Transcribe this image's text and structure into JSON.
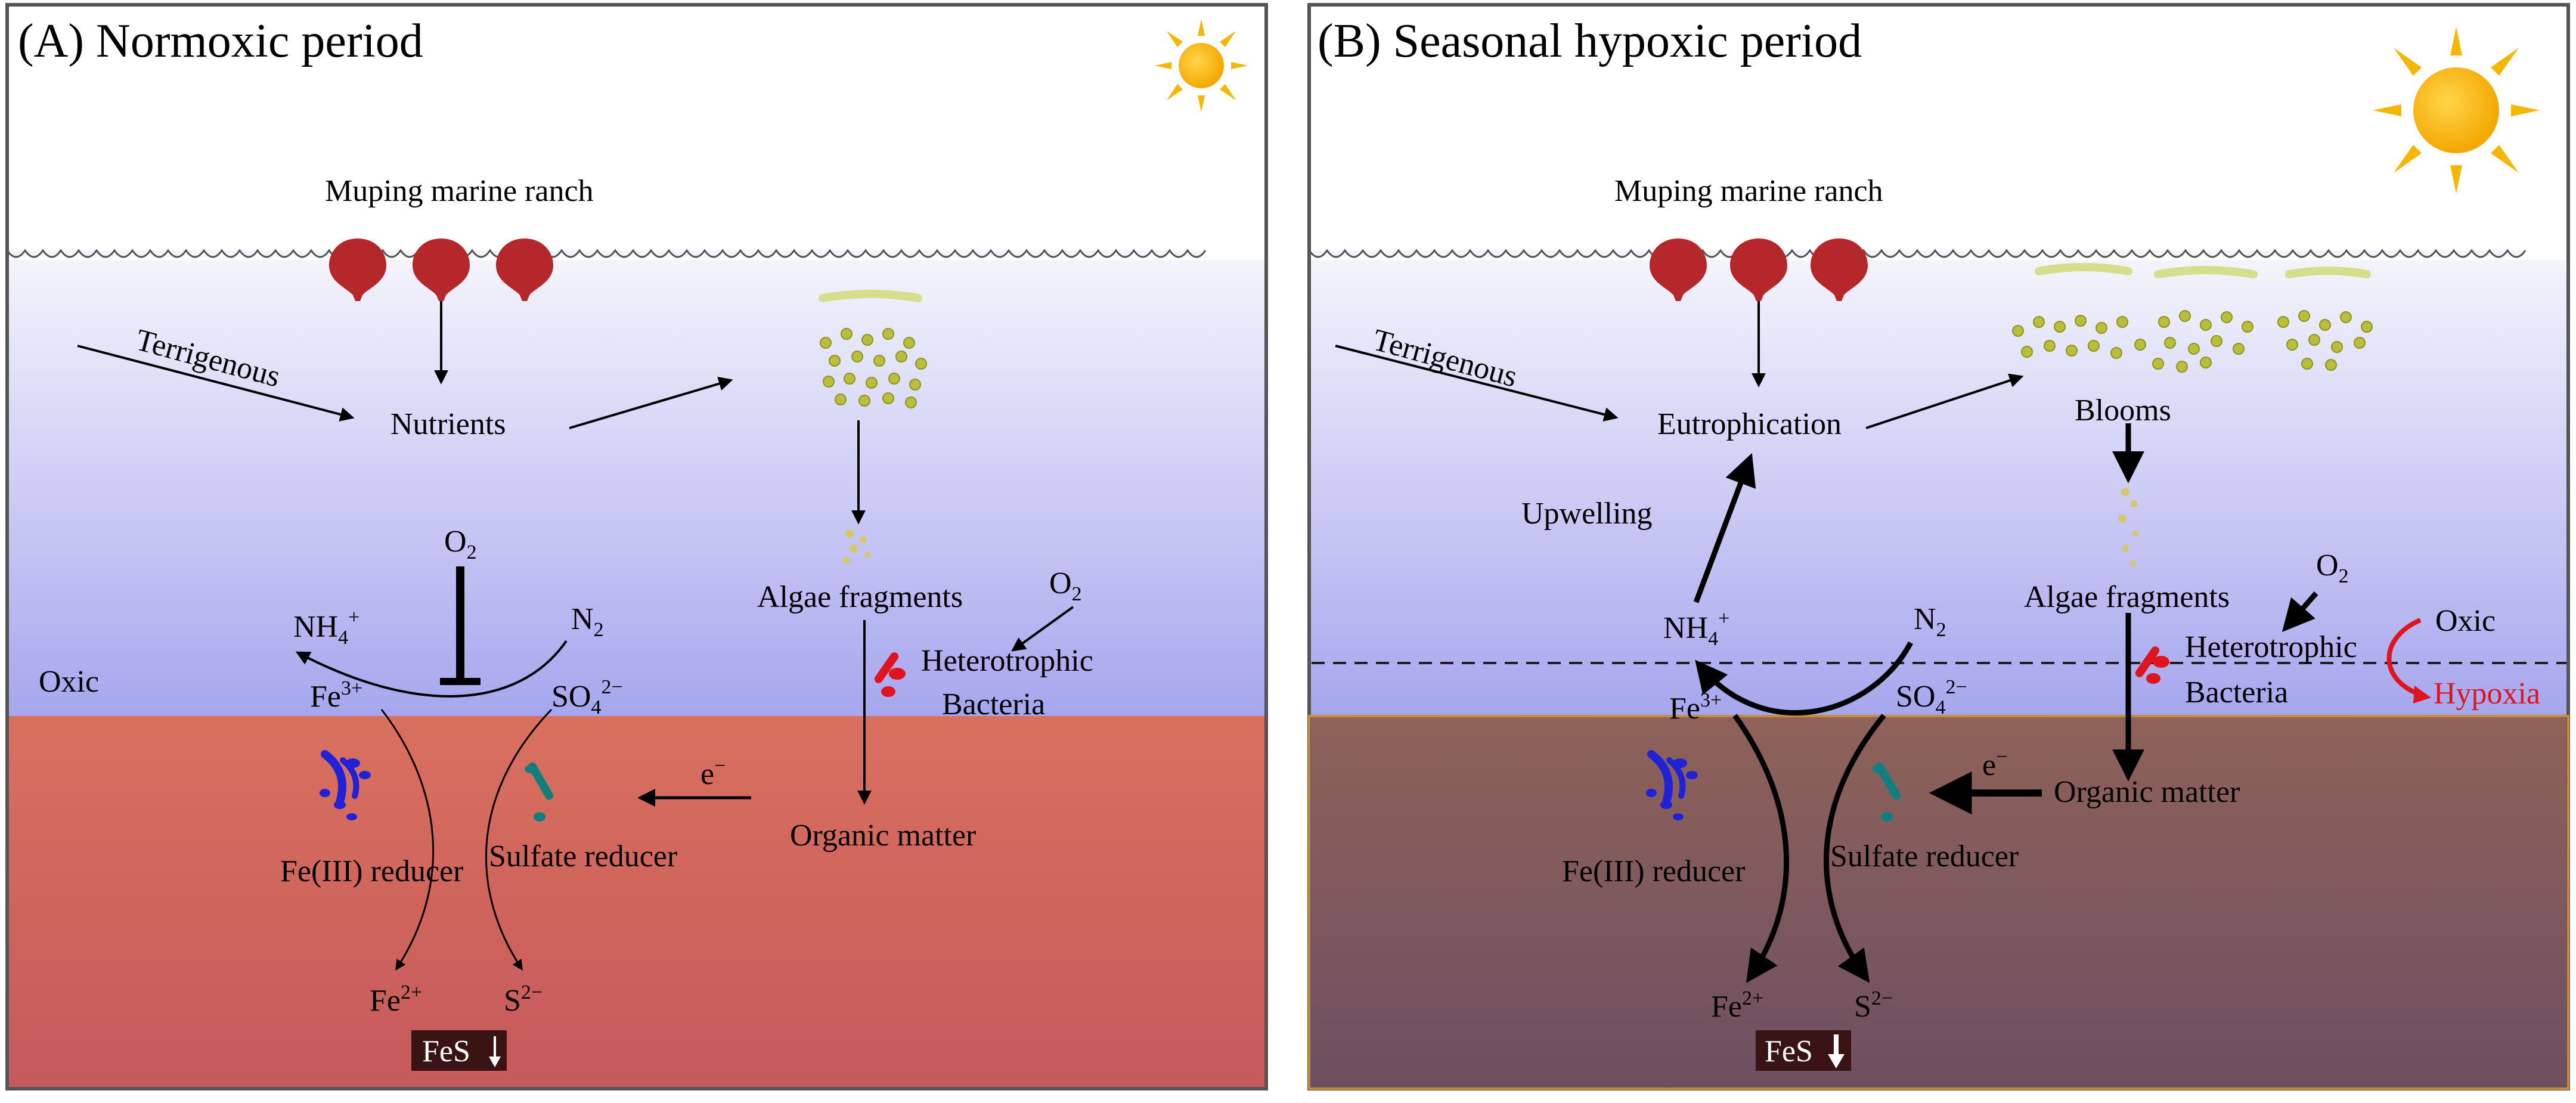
{
  "panel_a": {
    "title": "(A) Normoxic period",
    "ranch": "Muping marine ranch",
    "terrigenous": "Terrigenous",
    "nutrients": "Nutrients",
    "algae_fragments": "Algae fragments",
    "o2_base": "O",
    "o2_sub": "2",
    "nh4_base": "NH",
    "nh4_sub": "4",
    "nh4_sup": "+",
    "n2_base": "N",
    "n2_sub": "2",
    "oxic": "Oxic",
    "fe3_base": "Fe",
    "fe3_sup": "3+",
    "so4_base": "SO",
    "so4_sub": "4",
    "so4_sup": "2−",
    "heterotrophic": "Heterotrophic",
    "bacteria": "Bacteria",
    "electron_base": "e",
    "electron_sup": "−",
    "organic_matter": "Organic matter",
    "fe_reducer": "Fe(III) reducer",
    "sulfate_reducer": "Sulfate reducer",
    "fe2_base": "Fe",
    "fe2_sup": "2+",
    "s2_base": "S",
    "s2_sup": "2−",
    "fes": "FeS"
  },
  "panel_b": {
    "title": "(B) Seasonal hypoxic period",
    "ranch": "Muping marine ranch",
    "terrigenous": "Terrigenous",
    "eutrophication": "Eutrophication",
    "blooms": "Blooms",
    "upwelling": "Upwelling",
    "algae_fragments": "Algae fragments",
    "o2_base": "O",
    "o2_sub": "2",
    "nh4_base": "NH",
    "nh4_sub": "4",
    "nh4_sup": "+",
    "n2_base": "N",
    "n2_sub": "2",
    "fe3_base": "Fe",
    "fe3_sup": "3+",
    "so4_base": "SO",
    "so4_sub": "4",
    "so4_sup": "2−",
    "heterotrophic": "Heterotrophic",
    "bacteria": "Bacteria",
    "oxic": "Oxic",
    "hypoxia": "Hypoxia",
    "electron_base": "e",
    "electron_sup": "−",
    "organic_matter": "Organic matter",
    "fe_reducer": "Fe(III) reducer",
    "sulfate_reducer": "Sulfate reducer",
    "fe2_base": "Fe",
    "fe2_sup": "2+",
    "s2_base": "S",
    "s2_sup": "2−",
    "fes": "FeS"
  },
  "colors": {
    "water_top": "#f1f1fb",
    "water_bottom": "#a9a9ee",
    "sediment_a_top": "#d9705d",
    "sediment_a_bottom": "#c75a5b",
    "sediment_b_top": "#8c6059",
    "sediment_b_bottom": "#6f5060",
    "buoy": "#b5272b",
    "algae": "#b9bf3b",
    "bacteria_red": "#e0141e",
    "fe_reducer_blue": "#1f22d6",
    "sulfate_reducer_teal": "#117f7f",
    "hypoxia_red": "#e0141e",
    "sun": "#f5b700"
  }
}
